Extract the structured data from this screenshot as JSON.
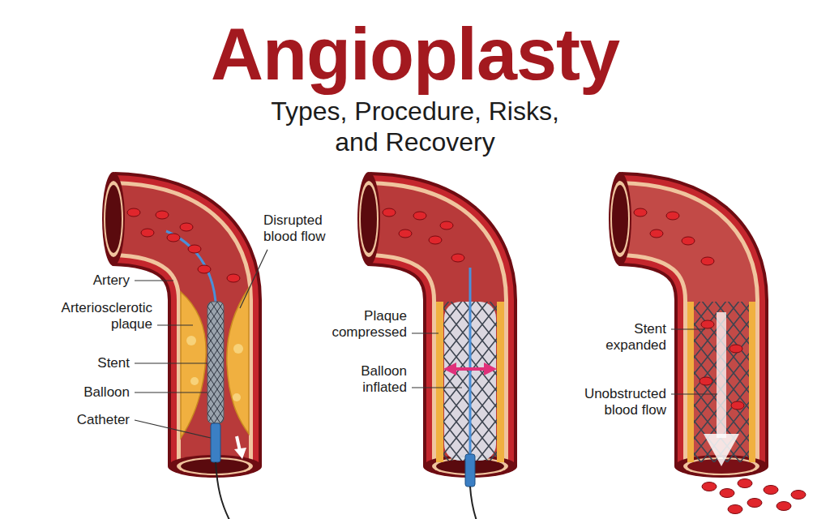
{
  "diagram": {
    "title": "Angioplasty",
    "caption": "Types, Procedure, Risks, and Recovery",
    "labels": [
      "Artery",
      "Arteriosclerotic plaque",
      "Stent",
      "Balloon",
      "Catheter",
      "Disrupted blood flow",
      "Plaque compressed",
      "Balloon inflated",
      "Stent expanded",
      "Unobstructed blood flow"
    ]
  }
}
